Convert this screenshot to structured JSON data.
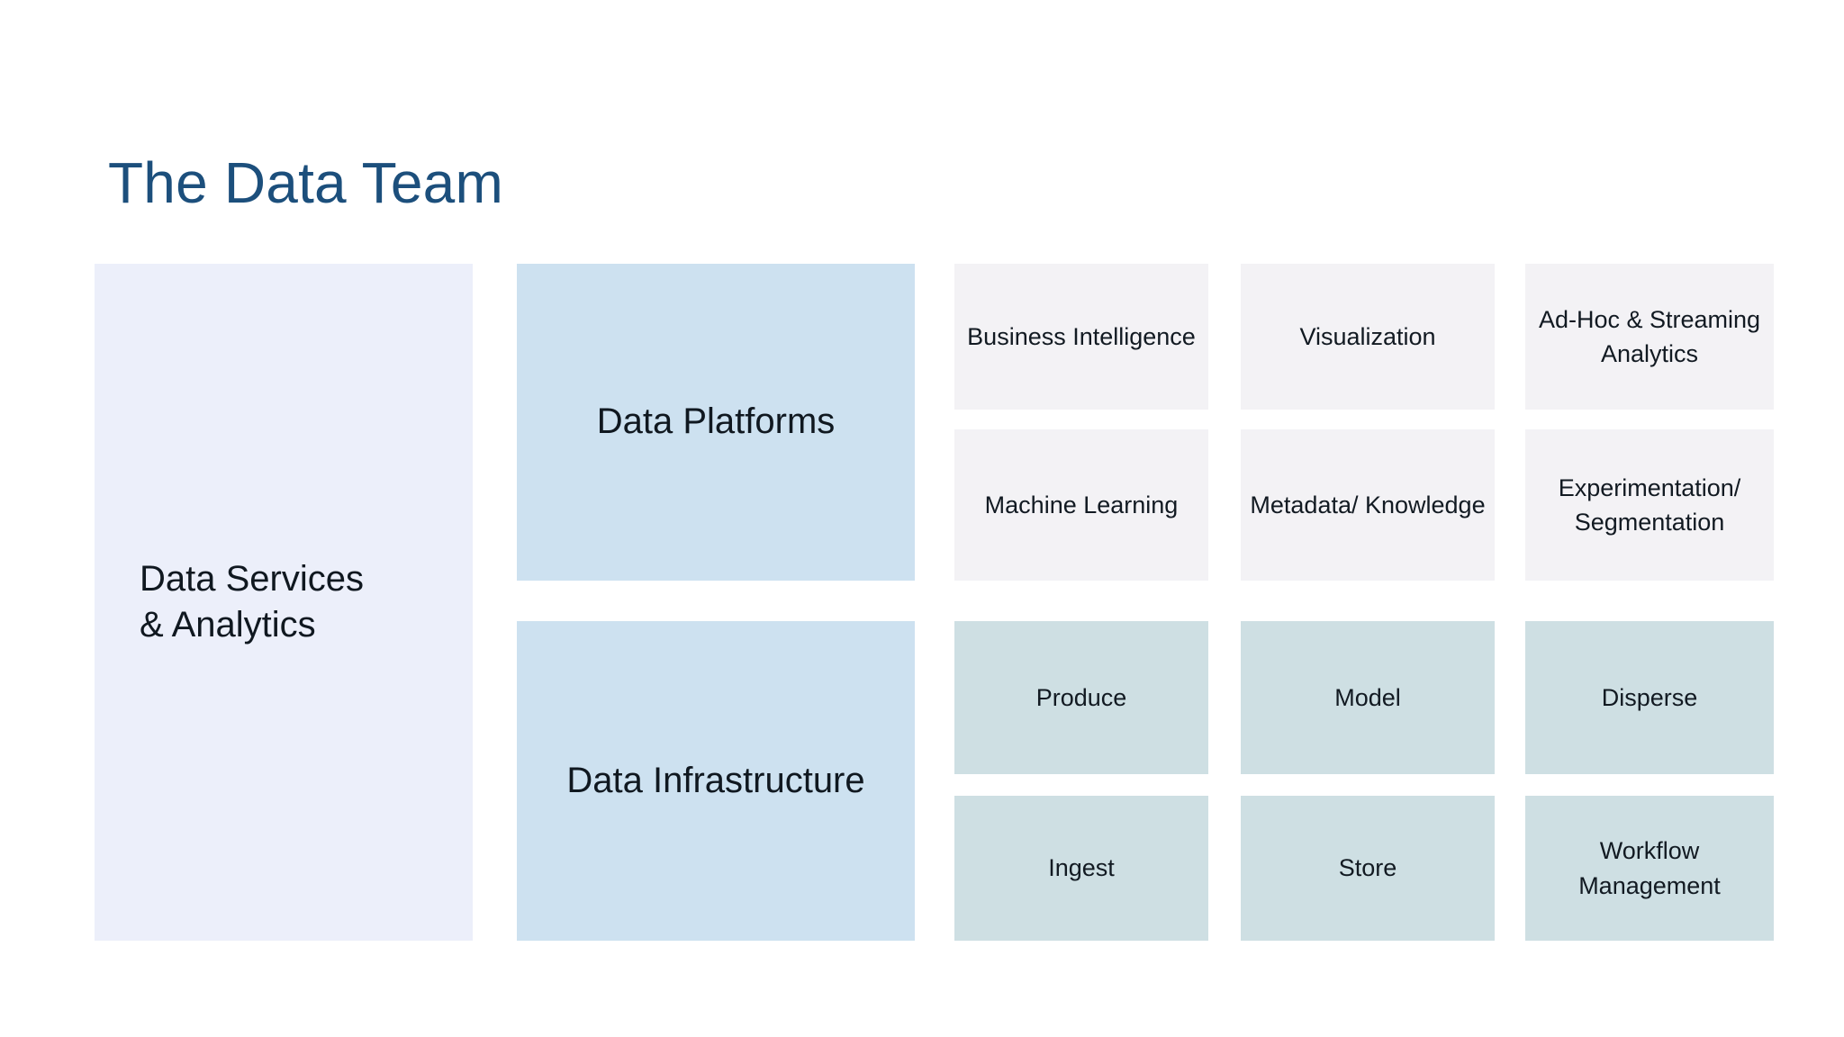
{
  "slide": {
    "title": "The Data Team",
    "title_color": "#1c4f7c",
    "background_color": "#ffffff"
  },
  "diagram": {
    "type": "nested-block-diagram",
    "umbrella": {
      "label": "Data Services\n& Analytics",
      "label_line_1": "Data Services",
      "label_line_2": "& Analytics",
      "color": "#eceefa"
    },
    "groups": [
      {
        "id": "data-platforms",
        "label": "Data Platforms",
        "color": "#cde1f0",
        "cell_color": "#f3f2f5",
        "cells": [
          {
            "label": "Business Intelligence",
            "row": 1,
            "col": 1
          },
          {
            "label": "Visualization",
            "row": 1,
            "col": 2
          },
          {
            "label": "Ad-Hoc & Streaming Analytics",
            "row": 1,
            "col": 3
          },
          {
            "label": "Machine Learning",
            "row": 2,
            "col": 1
          },
          {
            "label": "Metadata/ Knowledge",
            "row": 2,
            "col": 2
          },
          {
            "label": "Experimentation/ Segmentation",
            "row": 2,
            "col": 3
          }
        ]
      },
      {
        "id": "data-infrastructure",
        "label": "Data Infrastructure",
        "color": "#cde1f0",
        "cell_color": "#cedfe3",
        "cells": [
          {
            "label": "Produce",
            "row": 3,
            "col": 1
          },
          {
            "label": "Model",
            "row": 3,
            "col": 2
          },
          {
            "label": "Disperse",
            "row": 3,
            "col": 3
          },
          {
            "label": "Ingest",
            "row": 4,
            "col": 1
          },
          {
            "label": "Store",
            "row": 4,
            "col": 2
          },
          {
            "label": "Workflow Management",
            "row": 4,
            "col": 3
          }
        ]
      }
    ],
    "cells_flat": {
      "business_intelligence": "Business Intelligence",
      "visualization": "Visualization",
      "ad_hoc_streaming_analytics": "Ad-Hoc & Streaming Analytics",
      "machine_learning": "Machine Learning",
      "metadata_knowledge": "Metadata/ Knowledge",
      "experimentation_segmentation": "Experimentation/ Segmentation",
      "produce": "Produce",
      "model": "Model",
      "disperse": "Disperse",
      "ingest": "Ingest",
      "store": "Store",
      "workflow_management": "Workflow Management"
    }
  }
}
